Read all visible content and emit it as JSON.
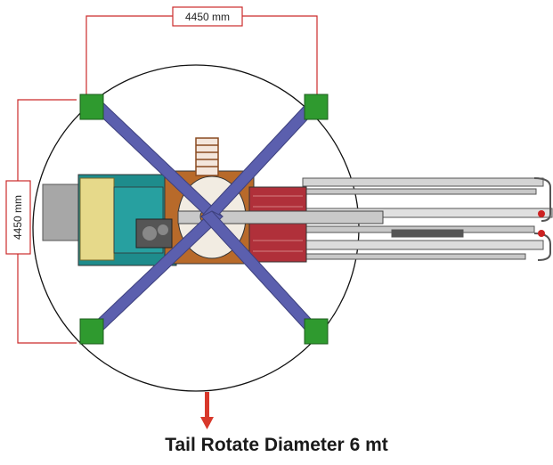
{
  "dimensions": {
    "width_label": "4450 mm",
    "height_label": "4450 mm"
  },
  "caption": "Tail Rotate Diameter 6 mt",
  "colors": {
    "dimension_line": "#cc2b2b",
    "arrow": "#d8382b",
    "outrigger_arm": "#5b5fae",
    "outrigger_pad": "#2f9a2f",
    "cab_yellow": "#e6d98a",
    "chassis_teal": "#1e8c8c",
    "turret_orange": "#b86a2a",
    "pump_red": "#b0303a",
    "boom_grey": "#b7b7b7"
  }
}
